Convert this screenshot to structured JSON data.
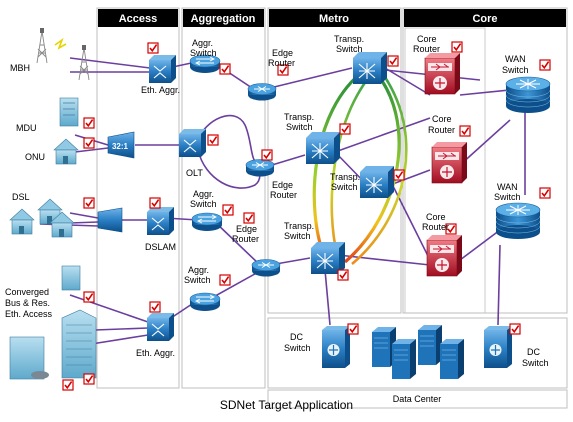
{
  "headers": {
    "access": "Access",
    "aggregation": "Aggregation",
    "metro": "Metro",
    "core": "Core"
  },
  "labels": {
    "mbh": "MBH",
    "mdu": "MDU",
    "onu": "ONU",
    "dsl": "DSL",
    "converged_1": "Converged",
    "converged_2": "Bus & Res.",
    "converged_3": "Eth. Access",
    "eth_aggr_top": "Eth. Aggr.",
    "splitter": "32:1",
    "olt": "OLT",
    "dslam": "DSLAM",
    "eth_aggr_bottom": "Eth. Aggr.",
    "aggr_switch_1a": "Aggr.",
    "aggr_switch_1b": "Switch",
    "aggr_switch_2a": "Aggr.",
    "aggr_switch_2b": "Switch",
    "aggr_switch_3a": "Aggr.",
    "aggr_switch_3b": "Switch",
    "edge_router_1a": "Edge",
    "edge_router_1b": "Router",
    "edge_router_2a": "Edge",
    "edge_router_2b": "Router",
    "edge_router_3a": "Edge",
    "edge_router_3b": "Router",
    "transp_switch_1a": "Transp.",
    "transp_switch_1b": "Switch",
    "transp_switch_2a": "Transp.",
    "transp_switch_2b": "Switch",
    "transp_switch_3a": "Transp.",
    "transp_switch_3b": "Switch",
    "transp_switch_4a": "Transp.",
    "transp_switch_4b": "Switch",
    "core_router_1a": "Core",
    "core_router_1b": "Router",
    "core_router_2a": "Core",
    "core_router_2b": "Router",
    "core_router_3a": "Core",
    "core_router_3b": "Router",
    "wan_switch_1a": "WAN",
    "wan_switch_1b": "Switch",
    "wan_switch_2a": "WAN",
    "wan_switch_2b": "Switch",
    "dc_switch_1a": "DC",
    "dc_switch_1b": "Switch",
    "dc_switch_2a": "DC",
    "dc_switch_2b": "Switch",
    "data_center": "Data Center"
  },
  "caption": "SDNet Target Application",
  "colors": {
    "header_bg": "#000000",
    "header_text": "#ffffff",
    "link": "#6b3f9e",
    "device_blue": "#1f73b8",
    "router_red": "#c8102e",
    "check_red": "#d40000"
  }
}
